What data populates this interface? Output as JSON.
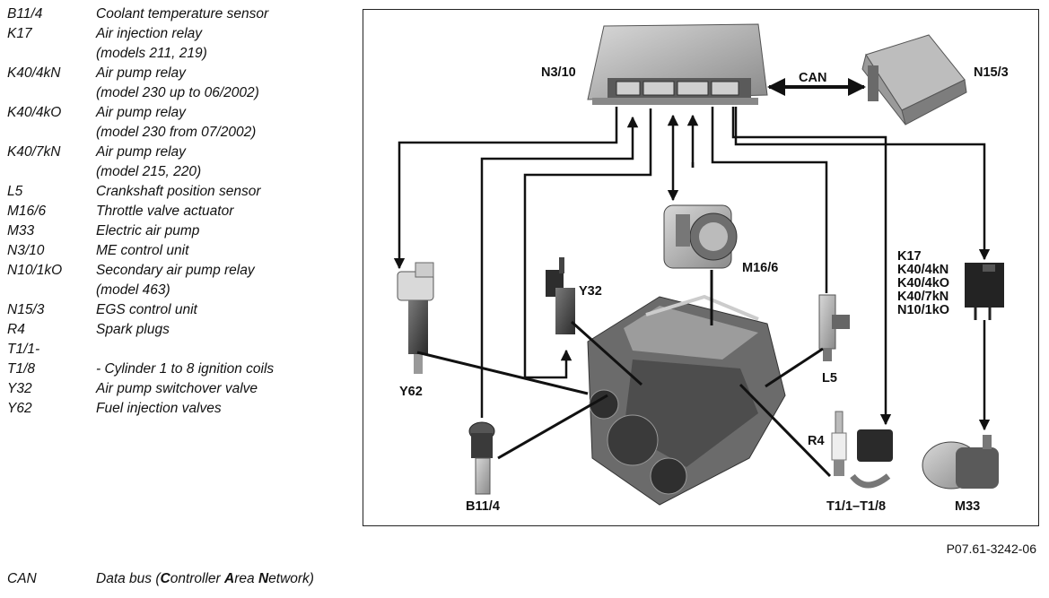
{
  "legend": [
    {
      "code": "B11/4",
      "desc": [
        "Coolant temperature sensor"
      ]
    },
    {
      "code": "K17",
      "desc": [
        "Air injection relay",
        "(models 211, 219)"
      ]
    },
    {
      "code": "K40/4kN",
      "desc": [
        "Air pump relay",
        "(model 230 up to 06/2002)"
      ]
    },
    {
      "code": "K40/4kO",
      "desc": [
        "Air pump relay",
        "(model 230 from 07/2002)"
      ]
    },
    {
      "code": "K40/7kN",
      "desc": [
        "Air pump relay",
        "(model 215, 220)"
      ]
    },
    {
      "code": "L5",
      "desc": [
        "Crankshaft position sensor"
      ]
    },
    {
      "code": "M16/6",
      "desc": [
        "Throttle valve actuator"
      ]
    },
    {
      "code": "M33",
      "desc": [
        "Electric air pump"
      ]
    },
    {
      "code": "N3/10",
      "desc": [
        "ME control unit"
      ]
    },
    {
      "code": "N10/1kO",
      "desc": [
        "Secondary air pump relay",
        "(model 463)"
      ]
    },
    {
      "code": "N15/3",
      "desc": [
        "EGS control unit"
      ]
    },
    {
      "code": "R4",
      "desc": [
        "Spark plugs"
      ]
    },
    {
      "code": "T1/1-",
      "desc": [
        ""
      ]
    },
    {
      "code": "T1/8",
      "desc": [
        "- Cylinder 1 to 8 ignition coils"
      ]
    },
    {
      "code": "Y32",
      "desc": [
        "Air pump switchover valve"
      ]
    },
    {
      "code": "Y62",
      "desc": [
        "Fuel injection valves"
      ]
    }
  ],
  "diagram": {
    "labels": {
      "n3_10": "N3/10",
      "can": "CAN",
      "n15_3": "N15/3",
      "m16_6": "M16/6",
      "y32": "Y32",
      "y62": "Y62",
      "l5": "L5",
      "r4": "R4",
      "b11_4": "B11/4",
      "t1": "T1/1–T1/8",
      "m33": "M33"
    },
    "relay_labels": [
      "K17",
      "K40/4kN",
      "K40/4kO",
      "K40/7kN",
      "N10/1kO"
    ]
  },
  "figure_ref": "P07.61-3242-06",
  "footnote": {
    "code": "CAN",
    "parts": [
      {
        "t": "Data bus (",
        "b": false
      },
      {
        "t": "C",
        "b": true
      },
      {
        "t": "ontroller ",
        "b": false
      },
      {
        "t": "A",
        "b": true
      },
      {
        "t": "rea ",
        "b": false
      },
      {
        "t": "N",
        "b": true
      },
      {
        "t": "etwork)",
        "b": false
      }
    ]
  }
}
